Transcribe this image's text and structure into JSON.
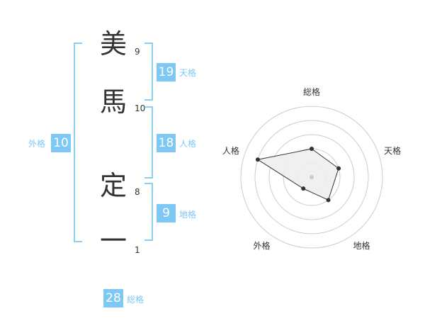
{
  "name": {
    "chars": [
      {
        "char": "美",
        "strokes": "9"
      },
      {
        "char": "馬",
        "strokes": "10"
      },
      {
        "char": "定",
        "strokes": "8"
      },
      {
        "char": "一",
        "strokes": "1"
      }
    ]
  },
  "fortune": {
    "tenkaku": {
      "value": "19",
      "label": "天格"
    },
    "jinkaku": {
      "value": "18",
      "label": "人格"
    },
    "chikaku": {
      "value": "9",
      "label": "地格"
    },
    "gaikaku": {
      "value": "10",
      "label": "外格"
    },
    "soukaku": {
      "value": "28",
      "label": "総格"
    }
  },
  "chart_data": {
    "type": "radar",
    "axes": [
      "総格",
      "天格",
      "地格",
      "外格",
      "人格"
    ],
    "values": [
      2,
      2,
      2,
      1,
      4
    ],
    "rmax": 5,
    "colors": {
      "fill": "#eeeeee",
      "stroke": "#333333",
      "ring": "#cccccc"
    }
  }
}
